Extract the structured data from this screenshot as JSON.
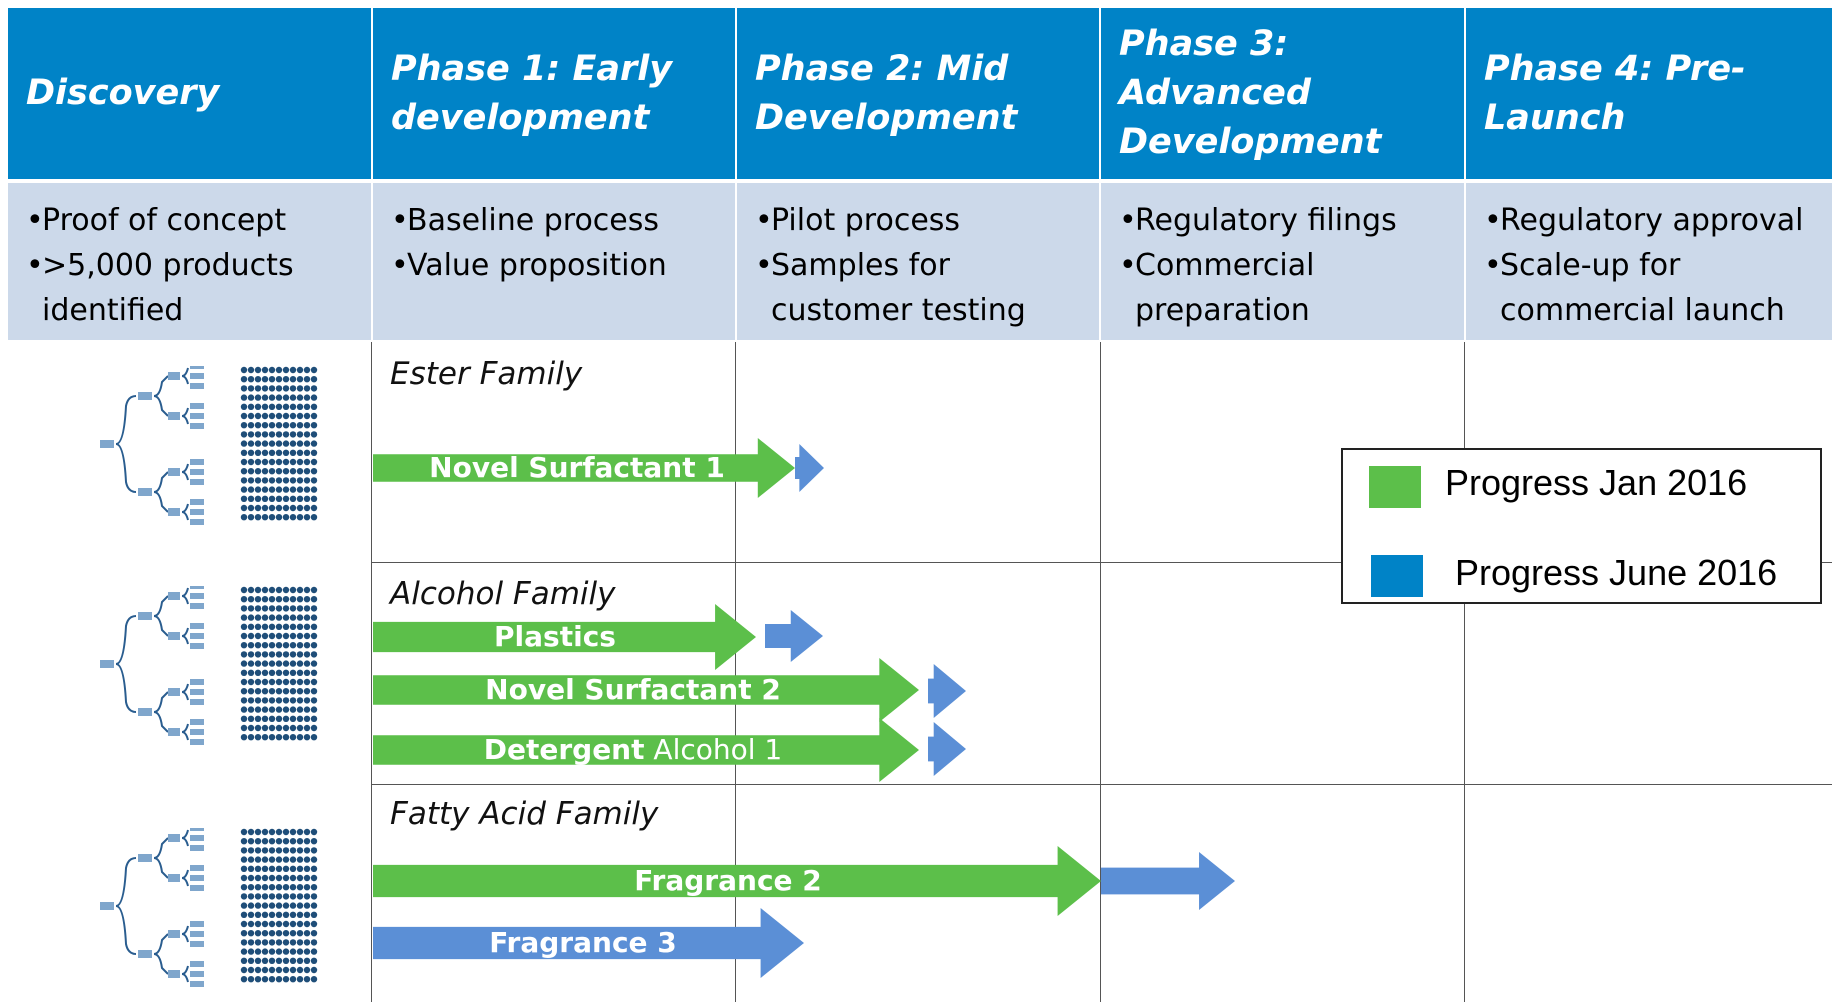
{
  "columns": [
    {
      "title": "Discovery",
      "bullets": [
        "Proof of concept",
        ">5,000 products identified"
      ]
    },
    {
      "title": "Phase 1: Early development",
      "bullets": [
        "Baseline process",
        "Value proposition"
      ]
    },
    {
      "title": "Phase 2: Mid Development",
      "bullets": [
        "Pilot process",
        "Samples for customer testing"
      ]
    },
    {
      "title": "Phase 3: Advanced Development",
      "bullets": [
        "Regulatory filings",
        "Commercial preparation"
      ]
    },
    {
      "title": "Phase 4: Pre-Launch",
      "bullets": [
        "Regulatory approval",
        "Scale-up for commercial launch"
      ]
    }
  ],
  "families": [
    {
      "name": "Ester Family"
    },
    {
      "name": "Alcohol Family"
    },
    {
      "name": "Fatty Acid Family"
    }
  ],
  "products": [
    {
      "name": "Novel Surfactant 1",
      "name_rest": ""
    },
    {
      "name": "Plastics",
      "name_rest": ""
    },
    {
      "name": "Novel Surfactant 2",
      "name_rest": ""
    },
    {
      "name": "Detergent",
      "name_rest": " Alcohol 1"
    },
    {
      "name": "Fragrance 2",
      "name_rest": ""
    },
    {
      "name": "Fragrance 3",
      "name_rest": ""
    }
  ],
  "legend": {
    "jan_label": "Progress Jan 2016",
    "june_label": "Progress June 2016",
    "jan_color": "#5cbf4a",
    "june_color": "#0083c7"
  },
  "colors": {
    "header_bg": "#0083c7",
    "subheader_bg": "#ccd9ea",
    "progress_green": "#5cbf4a",
    "progress_blue": "#5b8fd6"
  },
  "icons": {
    "discovery_tree": "tree-diagram-icon"
  }
}
